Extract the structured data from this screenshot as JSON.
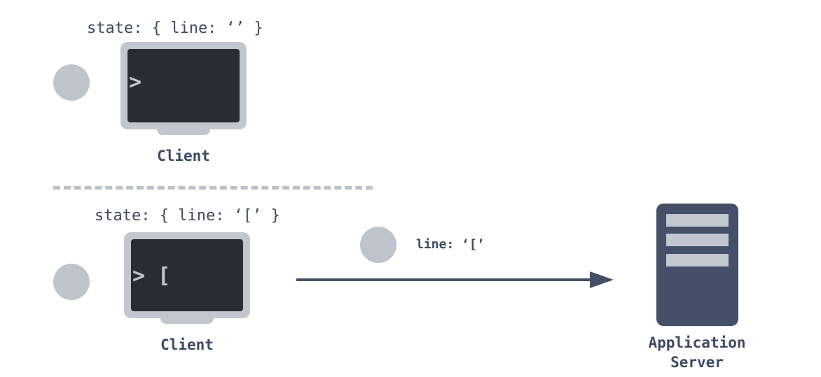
{
  "top": {
    "state_text": "state: { line: ‘’ }",
    "screen_prompt": ">",
    "caption": "Client"
  },
  "bottom": {
    "state_text": "state: { line: ‘[’ }",
    "screen_prompt": "> [",
    "caption": "Client"
  },
  "message": {
    "label": "line: ‘[’"
  },
  "server": {
    "caption_line1": "Application",
    "caption_line2": "Server"
  },
  "colors": {
    "ink": "#3c4a63",
    "light_gray": "#c2c7cf",
    "screen": "#282c35",
    "server": "#445068"
  }
}
